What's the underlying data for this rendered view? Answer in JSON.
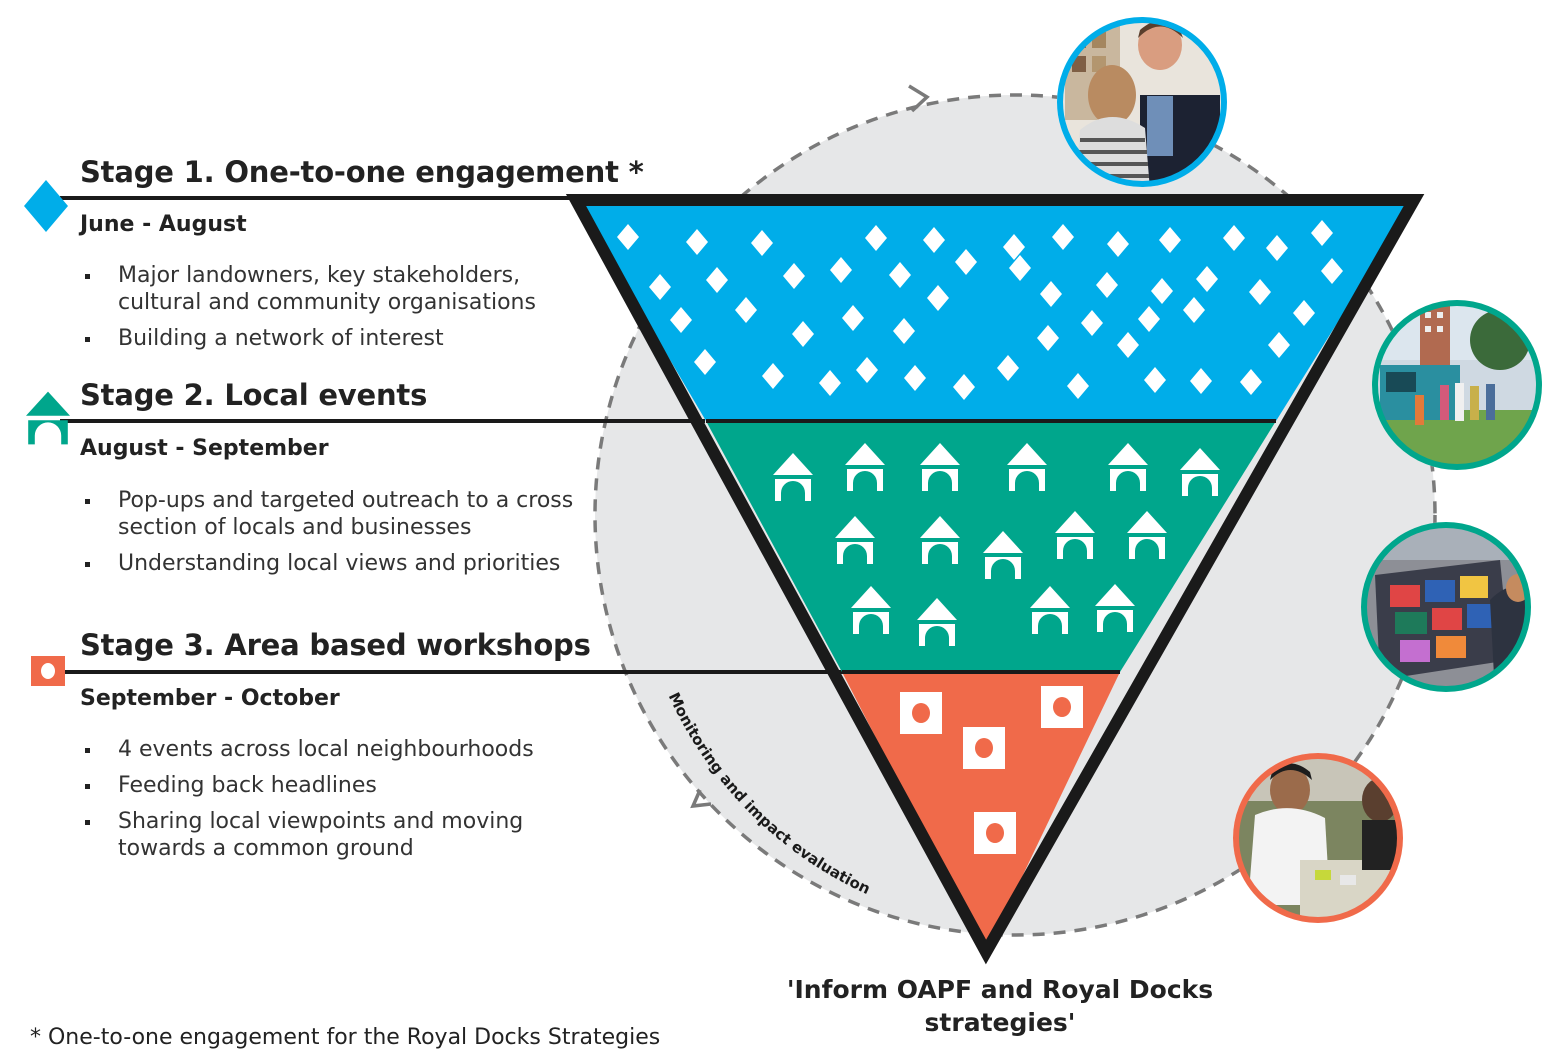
{
  "stages": [
    {
      "title": "Stage 1. One-to-one  engagement *",
      "dates": "June - August",
      "icon": "diamond-icon",
      "color": "#00ade9",
      "bullets": [
        "Major landowners, key stakeholders, cultural and community organisations",
        "Building a network of interest"
      ]
    },
    {
      "title": "Stage 2. Local events",
      "dates": "August - September",
      "icon": "gazebo-icon",
      "color": "#00a68c",
      "bullets": [
        "Pop-ups and targeted outreach to a cross section of locals and businesses",
        "Understanding local views and priorities"
      ]
    },
    {
      "title": "Stage 3. Area based workshops",
      "dates": "September - October",
      "icon": "square-dot-icon",
      "color": "#f06a4a",
      "bullets": [
        "4 events across local neighbourhoods",
        "Feeding back headlines",
        "Sharing local viewpoints and moving towards a common ground"
      ]
    }
  ],
  "cycle_label": "Monitoring and impact evaluation",
  "outcome": "'Inform OAPF and Royal Docks strategies'",
  "footnote": "* One-to-one engagement for the Royal Docks Strategies",
  "photos": [
    {
      "icon": "one-to-one-meeting-photo",
      "ring_color": "#00ade9"
    },
    {
      "icon": "popup-event-photo",
      "ring_color": "#00a68c"
    },
    {
      "icon": "map-workshop-photo",
      "ring_color": "#00a68c"
    },
    {
      "icon": "workshop-table-photo",
      "ring_color": "#f06a4a"
    }
  ]
}
